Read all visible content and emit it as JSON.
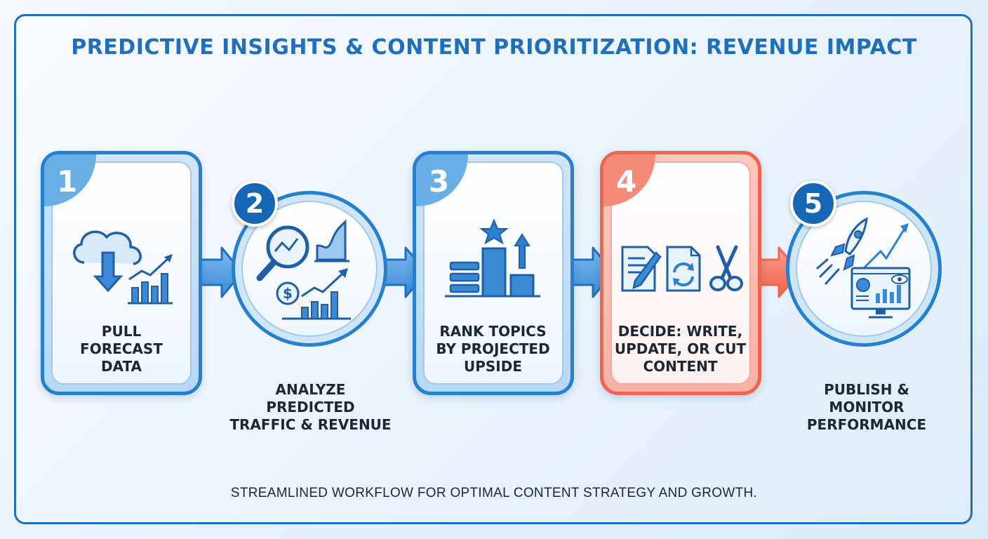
{
  "title": "PREDICTIVE INSIGHTS & CONTENT PRIORITIZATION: REVENUE IMPACT",
  "footer": "STREAMLINED WORKFLOW FOR OPTIMAL CONTENT STRATEGY AND GROWTH.",
  "colors": {
    "primary": "#1f6fbf",
    "accent_red": "#f06450",
    "text_dark": "#1c2735"
  },
  "steps": [
    {
      "number": "1",
      "label_lines": [
        "PULL",
        "FORECAST",
        "DATA"
      ],
      "shape": "card",
      "icons": [
        "cloud-download-icon",
        "bar-chart-trend-icon"
      ]
    },
    {
      "number": "2",
      "label_lines": [
        "ANALYZE",
        "PREDICTED",
        "TRAFFIC & REVENUE"
      ],
      "shape": "circle",
      "icons": [
        "magnifier-icon",
        "area-chart-icon",
        "dollar-coin-icon",
        "bar-chart-trend-icon"
      ]
    },
    {
      "number": "3",
      "label_lines": [
        "RANK TOPICS",
        "BY PROJECTED",
        "UPSIDE"
      ],
      "shape": "card",
      "icons": [
        "podium-star-icon",
        "arrow-up-icon"
      ]
    },
    {
      "number": "4",
      "label_lines": [
        "DECIDE: WRITE,",
        "UPDATE, OR CUT",
        "CONTENT"
      ],
      "shape": "card",
      "highlight": true,
      "icons": [
        "document-pen-icon",
        "document-refresh-icon",
        "scissors-icon"
      ]
    },
    {
      "number": "5",
      "label_lines": [
        "PUBLISH &",
        "MONITOR",
        "PERFORMANCE"
      ],
      "shape": "circle",
      "icons": [
        "rocket-icon",
        "monitor-dashboard-icon"
      ]
    }
  ]
}
